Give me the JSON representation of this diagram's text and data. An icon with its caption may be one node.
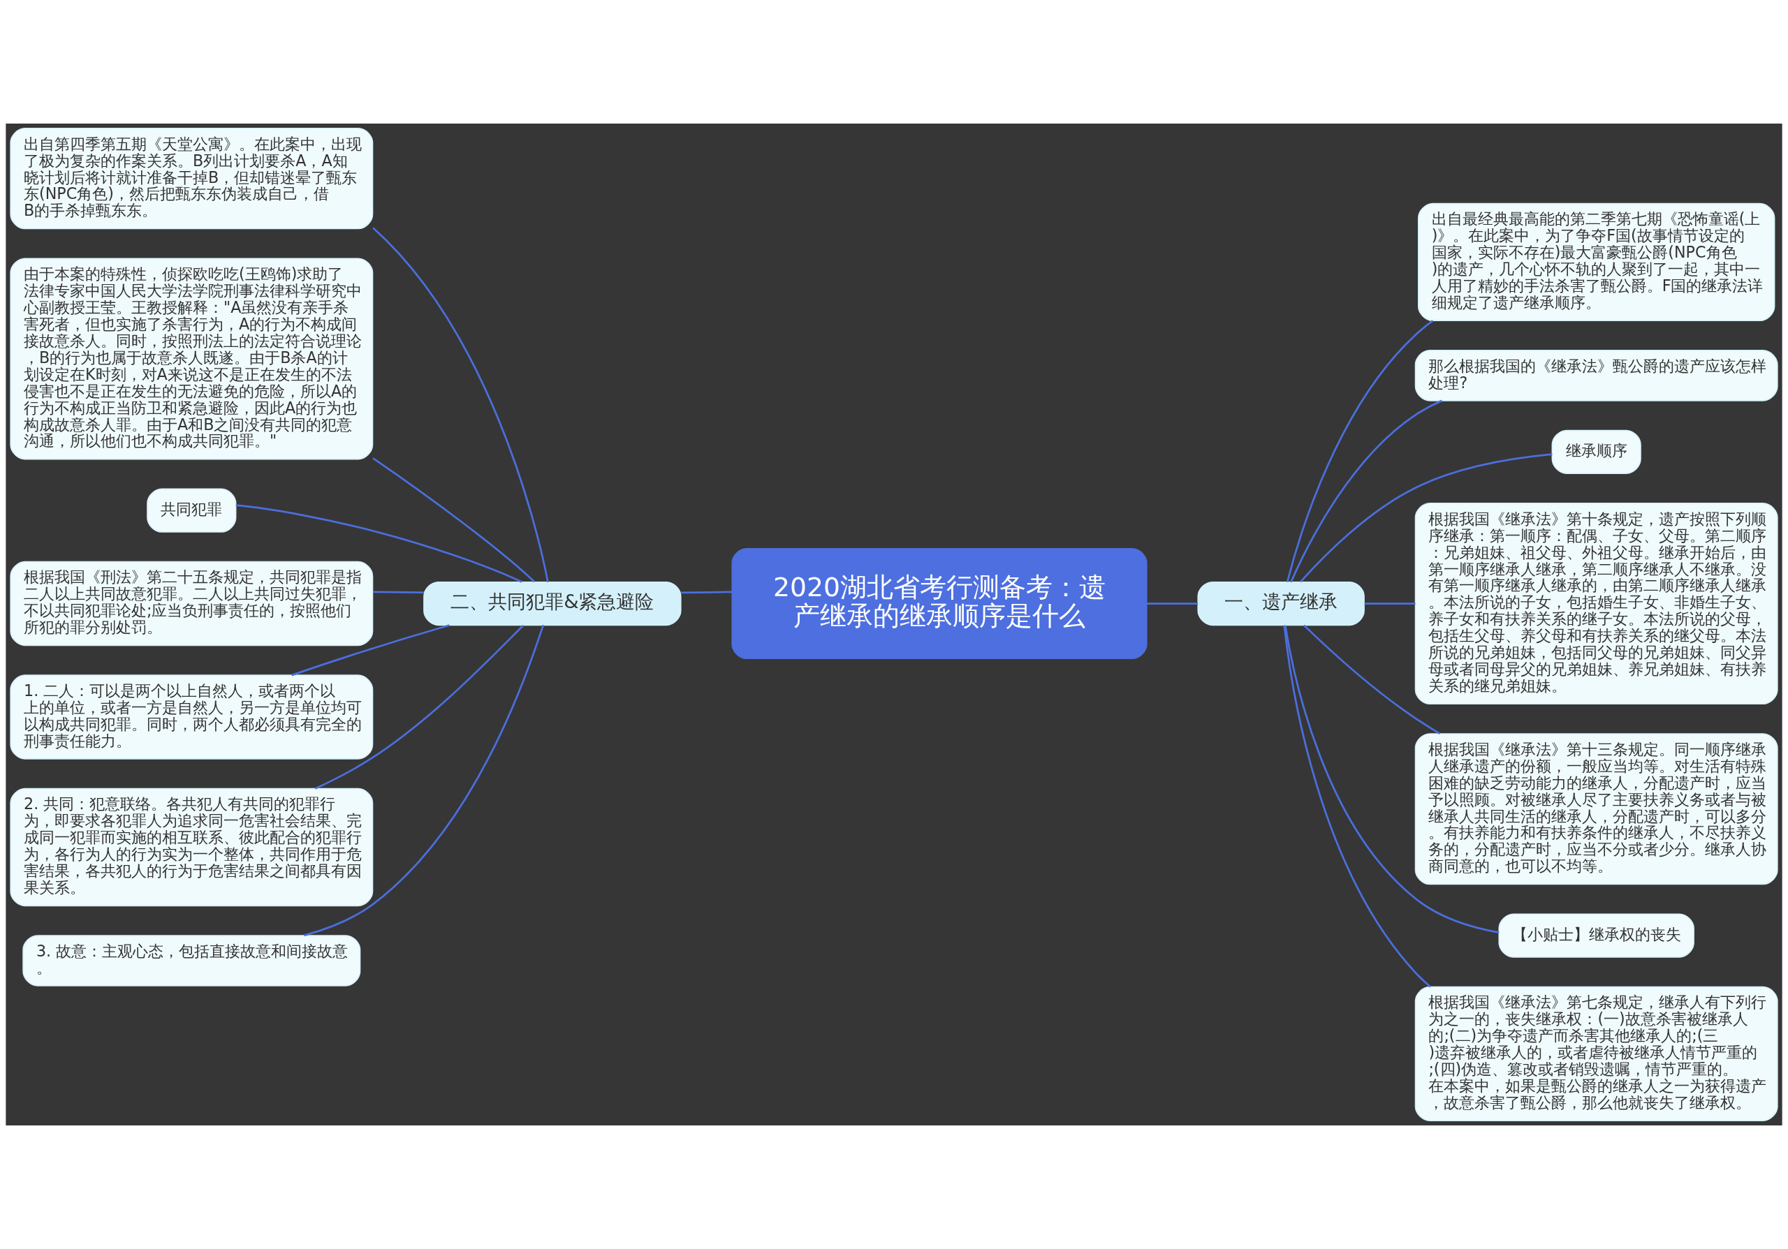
{
  "diagram": {
    "nodes": [
      {
        "text": [
          "2020湖北省考行测备考：遗产继承的继承顺序是什么"
        ]
      },
      {
        "text": [
          "一、遗产继承"
        ]
      },
      {
        "text": [
          "出自最经典最高能的第二季第七期《恐怖童谣(上)》。在此案中，为了争夺F国(故事情节设定的国家，实际不存在)最大富豪甄公爵(NPC角色)的遗产，几个心怀不轨的人聚到了一起，其中一人用了精妙的手法杀害了甄公爵。F国的继承法详细规定了遗产继承顺序。"
        ]
      },
      {
        "text": [
          "那么根据我国的《继承法》甄公爵的遗产应该怎样处理?"
        ]
      },
      {
        "text": [
          "继承顺序"
        ]
      },
      {
        "text": [
          "根据我国《继承法》第十条规定，遗产按照下列顺序继承：第一顺序：配偶、子女、父母。第二顺序：兄弟姐妹、祖父母、外祖父母。继承开始后，由第一顺序继承人继承，第二顺序继承人不继承。没有第一顺序继承人继承的，由第二顺序继承人继承。本法所说的子女，包括婚生子女、非婚生子女、养子女和有扶养关系的继子女。本法所说的父母，包括生父母、养父母和有扶养关系的继父母。本法所说的兄弟姐妹，包括同父母的兄弟姐妹、同父异母或者同母异父的兄弟姐妹、养兄弟姐妹、有扶养关系的继兄弟姐妹。"
        ]
      },
      {
        "text": [
          "根据我国《继承法》第十三条规定。同一顺序继承人继承遗产的份额，一般应当均等。对生活有特殊困难的缺乏劳动能力的继承人，分配遗产时，应当予以照顾。对被继承人尽了主要扶养义务或者与被继承人共同生活的继承人，分配遗产时，可以多分。有扶养能力和有扶养条件的继承人，不尽扶养义务的，分配遗产时，应当不分或者少分。继承人协商同意的，也可以不均等。"
        ]
      },
      {
        "text": [
          "【小贴士】继承权的丧失"
        ]
      },
      {
        "text": [
          "根据我国《继承法》第七条规定，继承人有下列行为之一的，丧失继承权：(一)故意杀害被继承人的;(二)为争夺遗产而杀害其他继承人的;(三)遗弃被继承人的，或者虐待被继承人情节严重的;(四)伪造、篡改或者销毁遗嘱，情节严重的。在本案中，如果是甄公爵的继承人之一为获得遗产，故意杀害了甄公爵，那么他就丧失了继承权。"
        ]
      },
      {
        "text": [
          "二、共同犯罪&紧急避险"
        ]
      },
      {
        "text": [
          "出自第四季第五期《天堂公寓》。在此案中，出现了极为复杂的作案关系。B列出计划要杀A，A知晓计划后将计就计准备干掉B，但却错迷晕了甄东东(NPC角色)，然后把甄东东伪装成自己，借B的手杀掉甄东东。"
        ]
      },
      {
        "text": [
          "由于本案的特殊性，侦探欧吃吃(王鸥饰)求助了法律专家中国人民大学法学院刑事法律科学研究中心副教授王莹。王教授解释：\"A虽然没有亲手杀害死者，但也实施了杀害行为，A的行为不构成间接故意杀人。同时，按照刑法上的法定符合说理论，B的行为也属于故意杀人既遂。由于B杀A的计划设定在K时刻，对A来说这不是正在发生的不法侵害也不是正在发生的无法避免的危险，所以A的行为不构成正当防卫和紧急避险，因此A的行为也构成故意杀人罪。由于A和B之间没有共同的犯意沟通，所以他们也不构成共同犯罪。\""
        ]
      },
      {
        "text": [
          "共同犯罪"
        ]
      },
      {
        "text": [
          "根据我国《刑法》第二十五条规定，共同犯罪是指二人以上共同故意犯罪。二人以上共同过失犯罪，不以共同犯罪论处;应当负刑事责任的，按照他们所犯的罪分别处罚。"
        ]
      },
      {
        "text": [
          "1. 二人：可以是两个以上自然人，或者两个以上的单位，或者一方是自然人，另一方是单位均可以构成共同犯罪。同时，两个人都必须具有完全的刑事责任能力。"
        ]
      },
      {
        "text": [
          "2. 共同：犯意联络。各共犯人有共同的犯罪行为，即要求各犯罪人为追求同一危害社会结果、完成同一犯罪而实施的相互联系、彼此配合的犯罪行为，各行为人的行为实为一个整体，共同作用于危害结果，各共犯人的行为于危害结果之间都具有因果关系。"
        ]
      },
      {
        "text": [
          "3. 故意：主观心态，包括直接故意和间接故意。"
        ]
      }
    ],
    "edges": [
      {
        "from": 0,
        "to": 1,
        "arrow": "none"
      },
      {
        "from": 1,
        "to": 2,
        "arrow": "none"
      },
      {
        "from": 1,
        "to": 3,
        "arrow": "none"
      },
      {
        "from": 1,
        "to": 4,
        "arrow": "none"
      },
      {
        "from": 1,
        "to": 5,
        "arrow": "none"
      },
      {
        "from": 1,
        "to": 6,
        "arrow": "none"
      },
      {
        "from": 1,
        "to": 7,
        "arrow": "none"
      },
      {
        "from": 1,
        "to": 8,
        "arrow": "none"
      },
      {
        "from": 0,
        "to": 9,
        "arrow": "none"
      },
      {
        "from": 9,
        "to": 10,
        "arrow": "none"
      },
      {
        "from": 9,
        "to": 11,
        "arrow": "none"
      },
      {
        "from": 9,
        "to": 12,
        "arrow": "none"
      },
      {
        "from": 9,
        "to": 13,
        "arrow": "none"
      },
      {
        "from": 9,
        "to": 14,
        "arrow": "none"
      },
      {
        "from": 9,
        "to": 15,
        "arrow": "none"
      },
      {
        "from": 9,
        "to": 16,
        "arrow": "none"
      }
    ]
  }
}
